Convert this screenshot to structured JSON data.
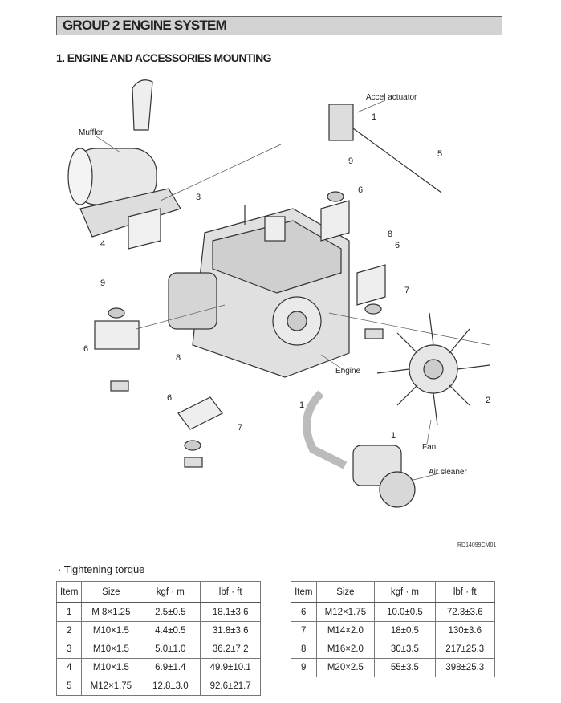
{
  "header": {
    "group_title": "GROUP  2  ENGINE SYSTEM",
    "section_title": "1. ENGINE AND ACCESSORIES MOUNTING"
  },
  "diagram": {
    "labels": {
      "accel": "Accel actuator",
      "muffler": "Muffler",
      "engine": "Engine",
      "fan": "Fan",
      "air_cleaner": "Air cleaner"
    },
    "callouts": [
      "1",
      "5",
      "9",
      "3",
      "6",
      "8",
      "6",
      "4",
      "9",
      "7",
      "6",
      "8",
      "6",
      "7",
      "1",
      "1",
      "2"
    ],
    "figure_code": "RD14099CM01"
  },
  "torque": {
    "title": "· Tightening torque",
    "headers": [
      "Item",
      "Size",
      "kgf · m",
      "lbf · ft"
    ],
    "left_rows": [
      [
        "1",
        "M 8×1.25",
        "2.5±0.5",
        "18.1±3.6"
      ],
      [
        "2",
        "M10×1.5",
        "4.4±0.5",
        "31.8±3.6"
      ],
      [
        "3",
        "M10×1.5",
        "5.0±1.0",
        "36.2±7.2"
      ],
      [
        "4",
        "M10×1.5",
        "6.9±1.4",
        "49.9±10.1"
      ],
      [
        "5",
        "M12×1.75",
        "12.8±3.0",
        "92.6±21.7"
      ]
    ],
    "right_rows": [
      [
        "6",
        "M12×1.75",
        "10.0±0.5",
        "72.3±3.6"
      ],
      [
        "7",
        "M14×2.0",
        "18±0.5",
        "130±3.6"
      ],
      [
        "8",
        "M16×2.0",
        "30±3.5",
        "217±25.3"
      ],
      [
        "9",
        "M20×2.5",
        "55±3.5",
        "398±25.3"
      ]
    ]
  }
}
